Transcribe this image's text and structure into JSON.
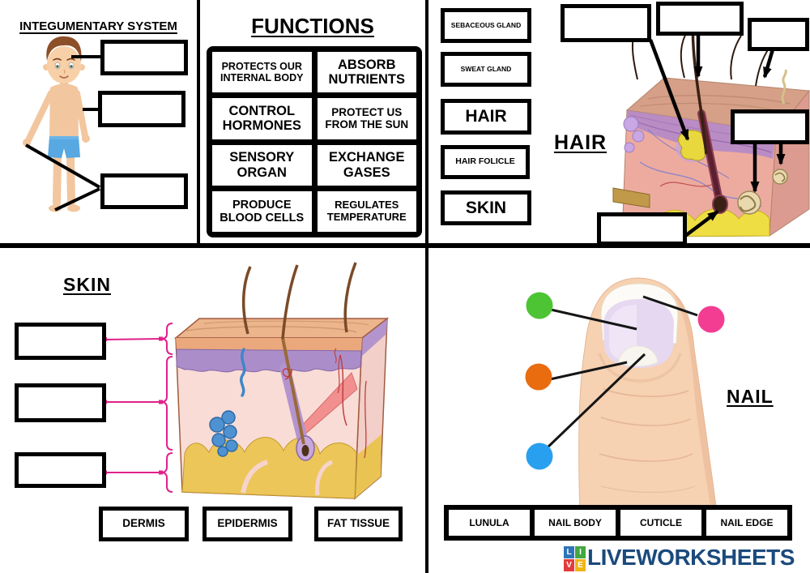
{
  "sections": {
    "integumentary": {
      "title": "INTEGUMENTARY SYSTEM"
    },
    "functions": {
      "title": "FUNCTIONS",
      "items": [
        "PROTECTS OUR INTERNAL BODY",
        "ABSORB NUTRIENTS",
        "CONTROL HORMONES",
        "PROTECT US FROM THE SUN",
        "SENSORY ORGAN",
        "EXCHANGE GASES",
        "PRODUCE BLOOD CELLS",
        "REGULATES TEMPERATURE"
      ]
    },
    "hair": {
      "title": "HAIR",
      "word_bank": [
        "SEBACEOUS GLAND",
        "SWEAT GLAND",
        "HAIR",
        "HAIR FOLICLE",
        "SKIN"
      ]
    },
    "skin": {
      "title": "SKIN",
      "word_bank": [
        "DERMIS",
        "EPIDERMIS",
        "FAT TISSUE"
      ]
    },
    "nail": {
      "title": "NAIL",
      "word_bank": [
        "LUNULA",
        "NAIL BODY",
        "CUTICLE",
        "NAIL EDGE"
      ],
      "marker_colors": {
        "green": "#4cc433",
        "pink": "#f23d92",
        "orange": "#e96c0f",
        "blue": "#28a0ef"
      }
    }
  },
  "brand": {
    "tiles": [
      {
        "letter": "L",
        "color": "#2e74b8"
      },
      {
        "letter": "I",
        "color": "#43a83f"
      },
      {
        "letter": "V",
        "color": "#e23b3b"
      },
      {
        "letter": "E",
        "color": "#f0b414"
      }
    ],
    "name": "LIVEWORKSHEETS",
    "color": "#1b4a7c"
  },
  "accents": {
    "connector_pink": "#e0218a",
    "line_black": "#000000"
  }
}
